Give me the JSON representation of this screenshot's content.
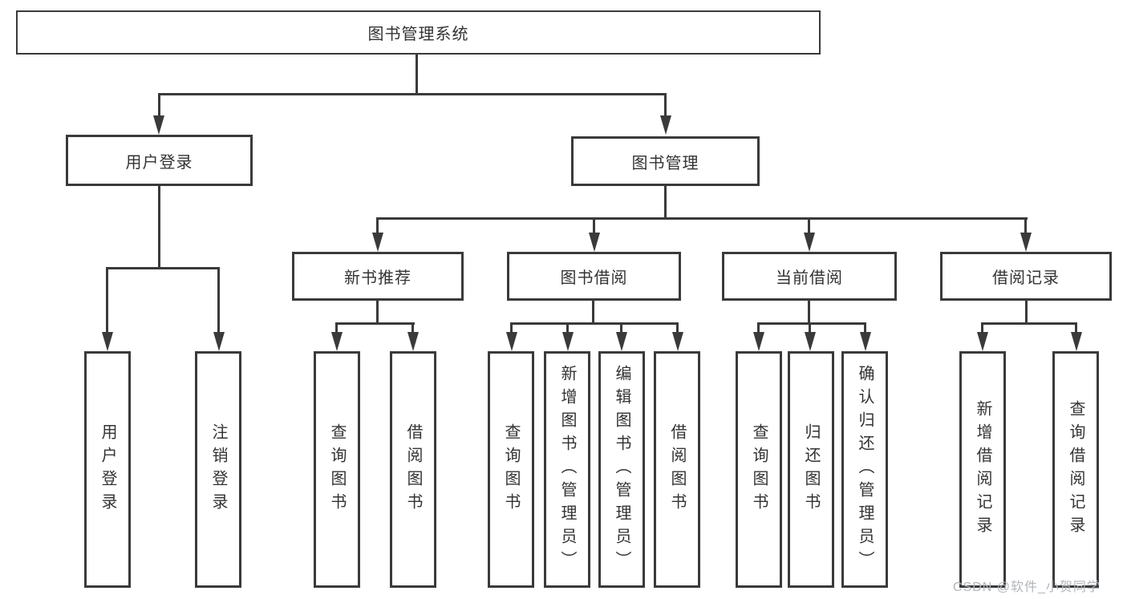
{
  "tree": {
    "root": {
      "label": "图书管理系统"
    },
    "branches": [
      {
        "label": "用户登录",
        "children": [
          {
            "label": "用户登录"
          },
          {
            "label": "注销登录"
          }
        ]
      },
      {
        "label": "图书管理",
        "children": [
          {
            "label": "新书推荐",
            "children": [
              {
                "label": "查询图书"
              },
              {
                "label": "借阅图书"
              }
            ]
          },
          {
            "label": "图书借阅",
            "children": [
              {
                "label": "查询图书"
              },
              {
                "label": "新增图书（管理员）"
              },
              {
                "label": "编辑图书（管理员）"
              },
              {
                "label": "借阅图书"
              }
            ]
          },
          {
            "label": "当前借阅",
            "children": [
              {
                "label": "查询图书"
              },
              {
                "label": "归还图书"
              },
              {
                "label": "确认归还（管理员）"
              }
            ]
          },
          {
            "label": "借阅记录",
            "children": [
              {
                "label": "新增借阅记录"
              },
              {
                "label": "查询借阅记录"
              }
            ]
          }
        ]
      }
    ]
  },
  "watermark": {
    "text": "CSDN @软件_小贺同学"
  },
  "colors": {
    "line": "#3a3a3a",
    "text": "#333333",
    "background": "#ffffff",
    "watermark": "#b2b6bb"
  }
}
